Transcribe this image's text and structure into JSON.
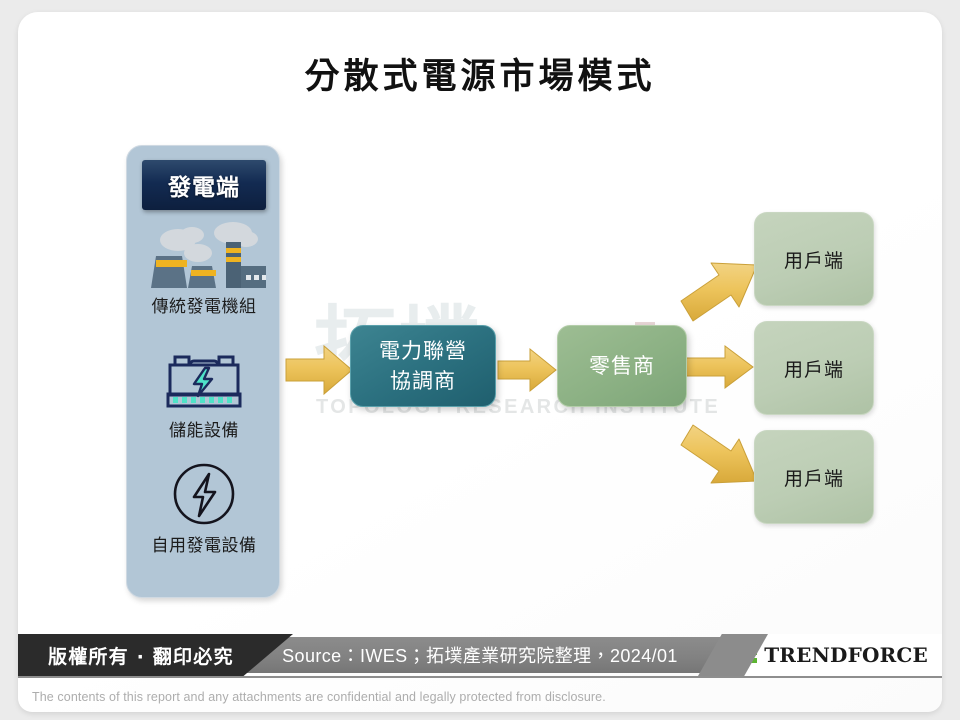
{
  "title": "分散式電源市場模式",
  "watermark": {
    "cn": "拓墣",
    "en": "TOPOLOGY RESEARCH INSTITUTE",
    "mark": "ri-logo"
  },
  "generation_panel": {
    "header": "發電端",
    "items": [
      {
        "label": "傳統發電機組",
        "icon": "power-plant-icon"
      },
      {
        "label": "儲能設備",
        "icon": "battery-storage-icon"
      },
      {
        "label": "自用發電設備",
        "icon": "lightning-bolt-circle-icon"
      }
    ]
  },
  "process": {
    "pool_coordinator": "電力聯營\n協調商",
    "pool_coordinator_line1": "電力聯營",
    "pool_coordinator_line2": "協調商",
    "retailer": "零售商"
  },
  "customers": [
    {
      "label": "用戶端"
    },
    {
      "label": "用戶端"
    },
    {
      "label": "用戶端"
    }
  ],
  "arrows": [
    {
      "name": "arrow-generation-to-pool",
      "direction": "right"
    },
    {
      "name": "arrow-pool-to-retailer",
      "direction": "right"
    },
    {
      "name": "arrow-retailer-to-customer-1",
      "direction": "up-right"
    },
    {
      "name": "arrow-retailer-to-customer-2",
      "direction": "right"
    },
    {
      "name": "arrow-retailer-to-customer-3",
      "direction": "down-right"
    }
  ],
  "footer": {
    "copyright": "版權所有 · 翻印必究",
    "source": "Source：IWES；拓墣產業研究院整理，2024/01",
    "logo_text": "TRENDFORCE",
    "disclaimer": "The contents of this report and any attachments are confidential and legally protected from disclosure."
  },
  "colors": {
    "panel_bg": "#b2c6d6",
    "header_navy": "#132b52",
    "pool_teal": "#2c7180",
    "retail_green": "#8cb184",
    "customer_green": "#bccdb4",
    "arrow_gold": "#edc45c",
    "source_bar_gray": "#828282",
    "copyright_black": "#2b2b2b",
    "logo_green": "#5cb531"
  }
}
